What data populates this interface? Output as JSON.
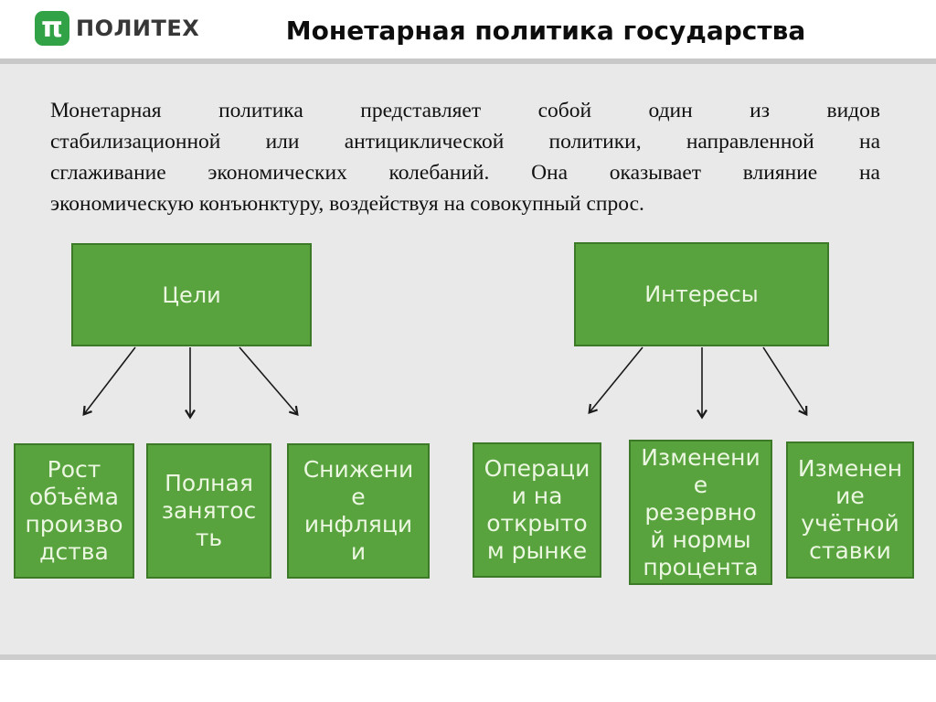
{
  "header": {
    "logo": {
      "icon_glyph": "π",
      "text": "ПОЛИТЕХ"
    },
    "title": "Монетарная политика государства"
  },
  "intro": {
    "lines": [
      "Монетарная политика представляет собой один из видов",
      "стабилизационной или антициклической политики, направленной на",
      "сглаживание экономических колебаний. Она оказывает влияние на",
      "экономическую конъюнктуру, воздействуя на совокупный спрос."
    ]
  },
  "diagram": {
    "groups": [
      {
        "parent": "Цели",
        "children": [
          "Рост\nобъёма\nпроизво\nдства",
          "Полная\nзанятос\nть",
          "Снижени\nе\nинфляци\nи"
        ]
      },
      {
        "parent": "Интересы",
        "children": [
          "Операци\nи на\nоткрыто\nм рынке",
          "Изменени\nе\nрезервно\nй нормы\nпроцента",
          "Изменен\nие\nучётной\nставки"
        ]
      }
    ]
  },
  "colors": {
    "box_fill": "#58a33d",
    "box_border": "#3c7a28",
    "box_text": "#ecf7e2",
    "content_background": "#e9e9e9",
    "logo_green": "#31a346",
    "arrow": "#1a1a1a"
  }
}
